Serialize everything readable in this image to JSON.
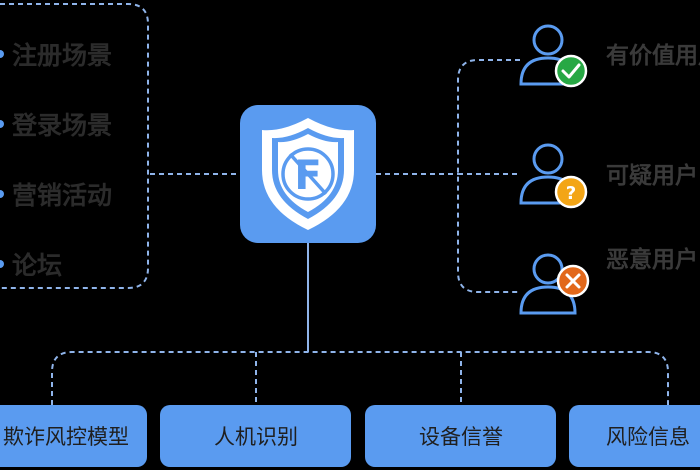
{
  "scenarios": {
    "items": [
      {
        "label": "注册场景"
      },
      {
        "label": "登录场景"
      },
      {
        "label": "营销活动"
      },
      {
        "label": "论坛"
      }
    ]
  },
  "center_logo": {
    "letter": "F"
  },
  "users": {
    "items": [
      {
        "label": "有价值用户",
        "status_icon": "check-icon",
        "badge_color": "#27a844"
      },
      {
        "label": "可疑用户",
        "status_icon": "question-icon",
        "badge_color": "#f3a516"
      },
      {
        "label": "恶意用户",
        "status_icon": "cross-icon",
        "badge_color": "#e2681b"
      }
    ]
  },
  "modules": {
    "items": [
      {
        "label": "欺诈风控模型"
      },
      {
        "label": "人机识别"
      },
      {
        "label": "设备信誉"
      },
      {
        "label": "风险信息"
      }
    ]
  },
  "colors": {
    "background": "#000000",
    "accent_blue": "#5a9bf0",
    "line_blue": "#8fb4ea",
    "user_text": "#3a3a3a",
    "scenario_text": "#2b2b2b",
    "module_text": "#1f1f1f"
  }
}
